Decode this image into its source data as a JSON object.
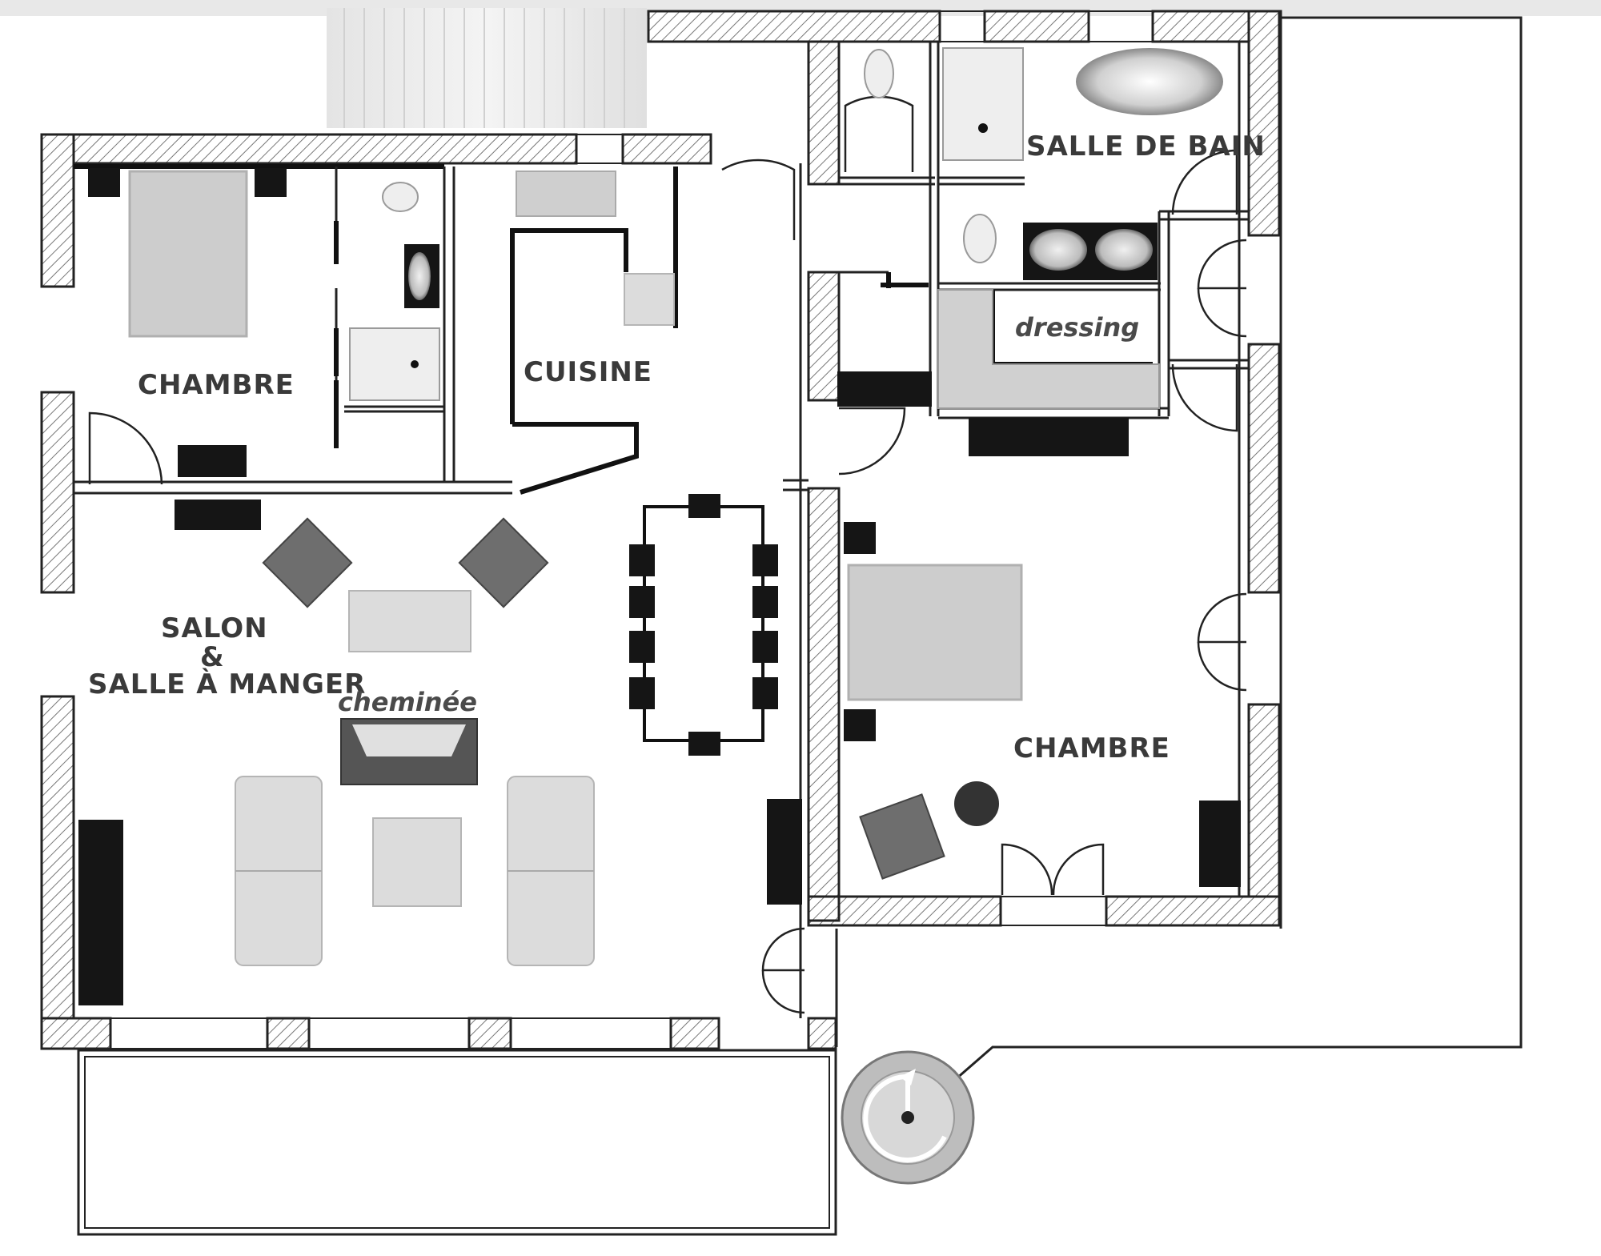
{
  "rooms": {
    "chambre_left": "CHAMBRE",
    "cuisine": "CUISINE",
    "salle_de_bain": "SALLE DE BAIN",
    "dressing": "dressing",
    "salon_line1": "SALON",
    "salon_line2": "&",
    "salon_line3": "SALLE À MANGER",
    "cheminee": "cheminée",
    "chambre_right": "CHAMBRE"
  }
}
